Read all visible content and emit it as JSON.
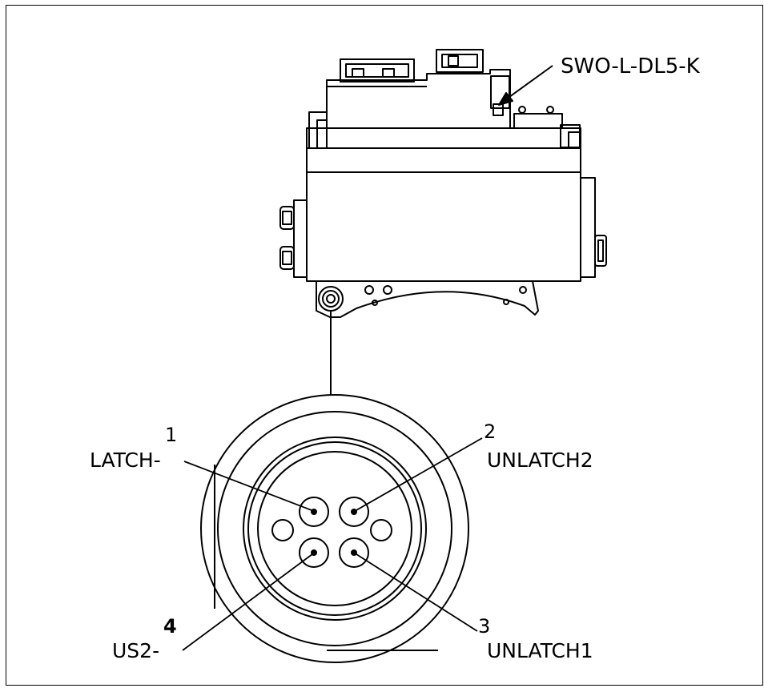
{
  "diagram": {
    "part_label": "SWO-L-DL5-K",
    "pins": [
      {
        "number": "1",
        "name": "LATCH-"
      },
      {
        "number": "2",
        "name": "UNLATCH2"
      },
      {
        "number": "3",
        "name": "UNLATCH1"
      },
      {
        "number": "4",
        "name": "US2-"
      }
    ]
  }
}
